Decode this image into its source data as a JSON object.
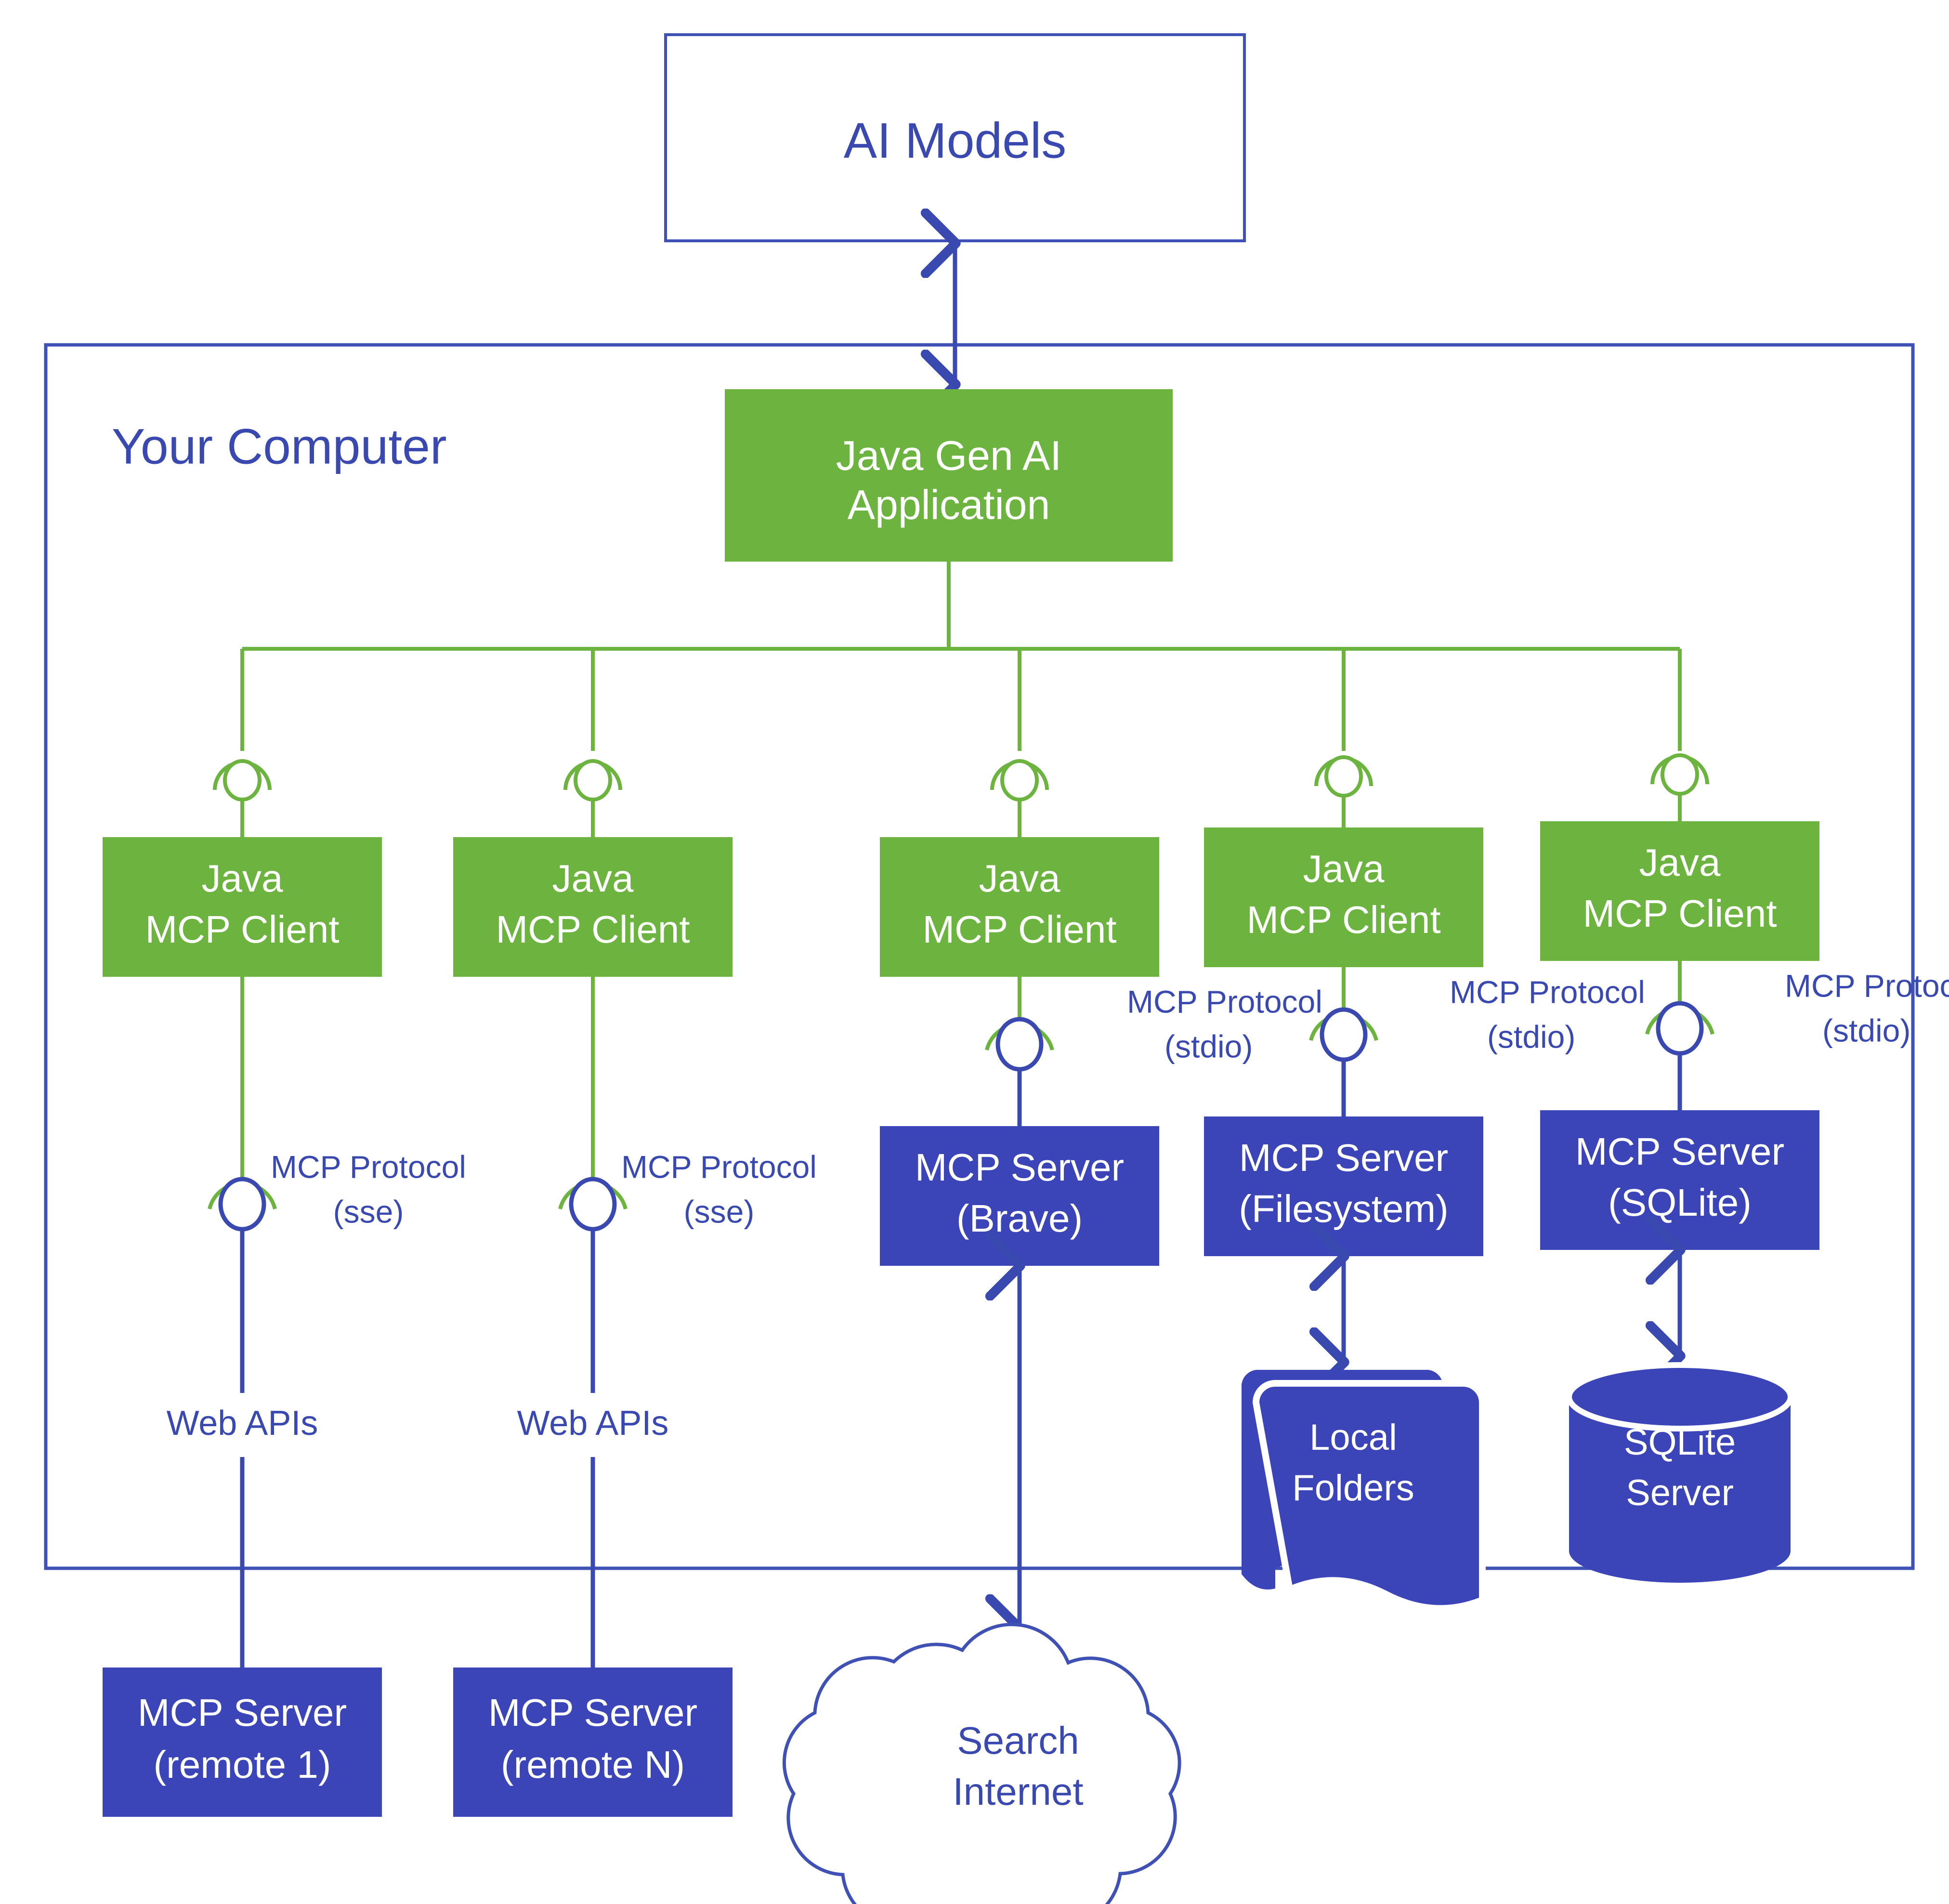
{
  "diagram": {
    "title_node": "AI Models",
    "boundary_label": "Your Computer",
    "colors": {
      "blue": "#3A49B0",
      "blue_fill": "#3B45B8",
      "green": "#6CB33F",
      "green_fill": "#6CB33F",
      "white": "#FFFFFF",
      "boundary_stroke": "#3F51B5"
    },
    "top": {
      "ai_models": "AI Models"
    },
    "application": {
      "line1": "Java Gen AI",
      "line2": "Application"
    },
    "clients": [
      {
        "line1": "Java",
        "line2": "MCP Client"
      },
      {
        "line1": "Java",
        "line2": "MCP Client"
      },
      {
        "line1": "Java",
        "line2": "MCP Client"
      },
      {
        "line1": "Java",
        "line2": "MCP Client"
      },
      {
        "line1": "Java",
        "line2": "MCP Client"
      }
    ],
    "protocol_labels": [
      {
        "line1": "MCP Protocol",
        "line2": "(sse)"
      },
      {
        "line1": "MCP Protocol",
        "line2": "(sse)"
      },
      {
        "line1": "MCP Protocol",
        "line2": "(stdio)"
      },
      {
        "line1": "MCP Protocol",
        "line2": "(stdio)"
      },
      {
        "line1": "MCP Protocol",
        "line2": "(stdio)"
      }
    ],
    "transport_labels": [
      "Web APIs",
      "Web APIs"
    ],
    "servers_inside": [
      {
        "line1": "MCP Server",
        "line2": "(Brave)"
      },
      {
        "line1": "MCP Server",
        "line2": "(Filesystem)"
      },
      {
        "line1": "MCP Server",
        "line2": "(SQLite)"
      }
    ],
    "servers_remote": [
      {
        "line1": "MCP Server",
        "line2": "(remote 1)"
      },
      {
        "line1": "MCP Server",
        "line2": "(remote N)"
      }
    ],
    "resources": [
      {
        "line1": "Local",
        "line2": "Folders",
        "shape": "folders"
      },
      {
        "line1": "SQLite",
        "line2": "Server",
        "shape": "cylinder"
      }
    ],
    "cloud": {
      "line1": "Search",
      "line2": "Internet"
    }
  }
}
